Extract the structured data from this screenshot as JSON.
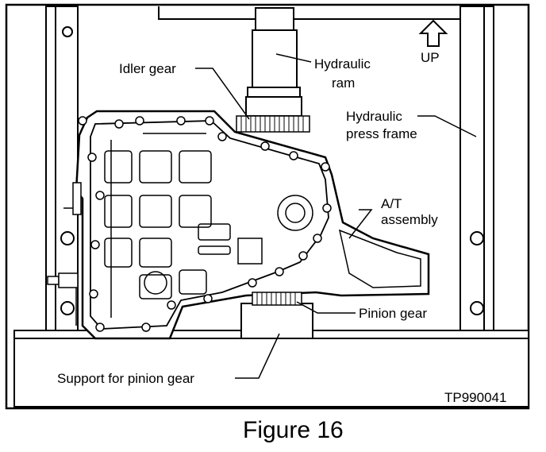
{
  "labels": {
    "idler_gear": "Idler gear",
    "hydraulic_ram_line1": "Hydraulic",
    "hydraulic_ram_line2": "ram",
    "up": "UP",
    "press_frame_line1": "Hydraulic",
    "press_frame_line2": "press frame",
    "at_assembly_line1": "A/T",
    "at_assembly_line2": "assembly",
    "pinion_gear": "Pinion gear",
    "support": "Support for pinion gear"
  },
  "figure_code": "TP990041",
  "caption": "Figure 16",
  "icons": {
    "up_arrow": "up-arrow-icon"
  }
}
